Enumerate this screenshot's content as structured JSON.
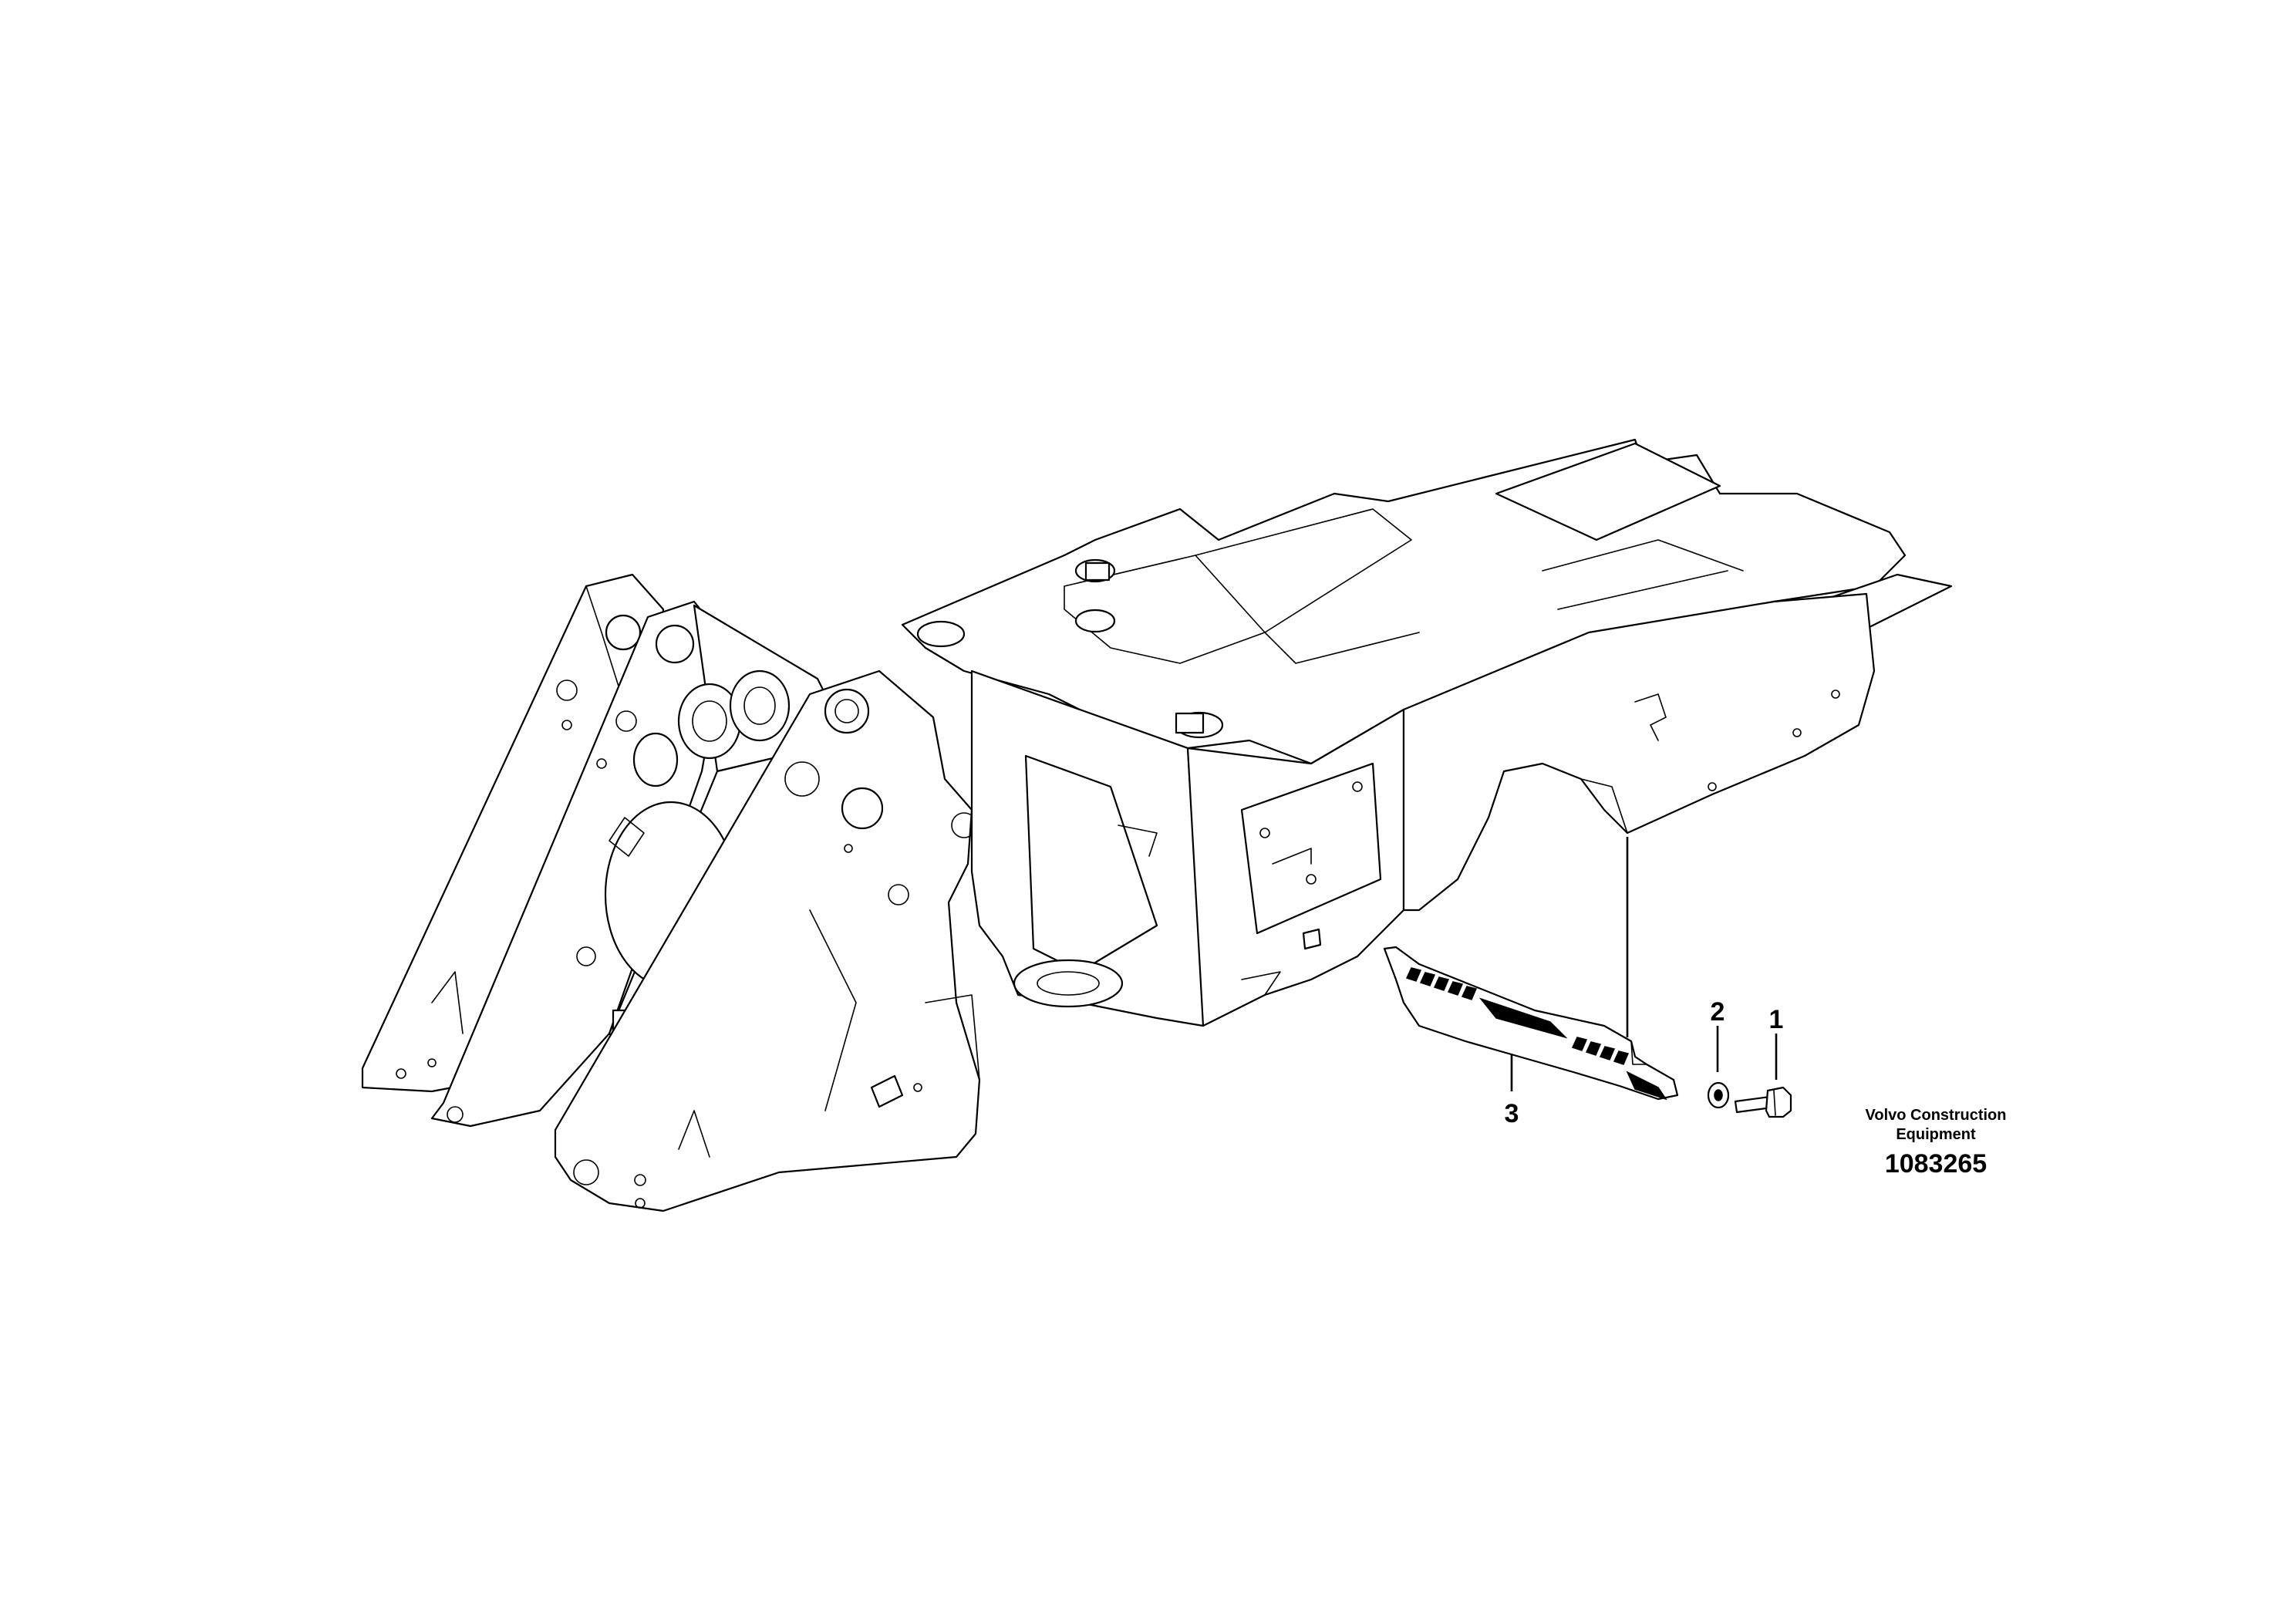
{
  "callouts": [
    {
      "number": "1",
      "part": "bolt"
    },
    {
      "number": "2",
      "part": "washer"
    },
    {
      "number": "3",
      "part": "guard-plate"
    }
  ],
  "publisher": {
    "line1": "Volvo Construction",
    "line2": "Equipment"
  },
  "illustration_number": "1083265"
}
